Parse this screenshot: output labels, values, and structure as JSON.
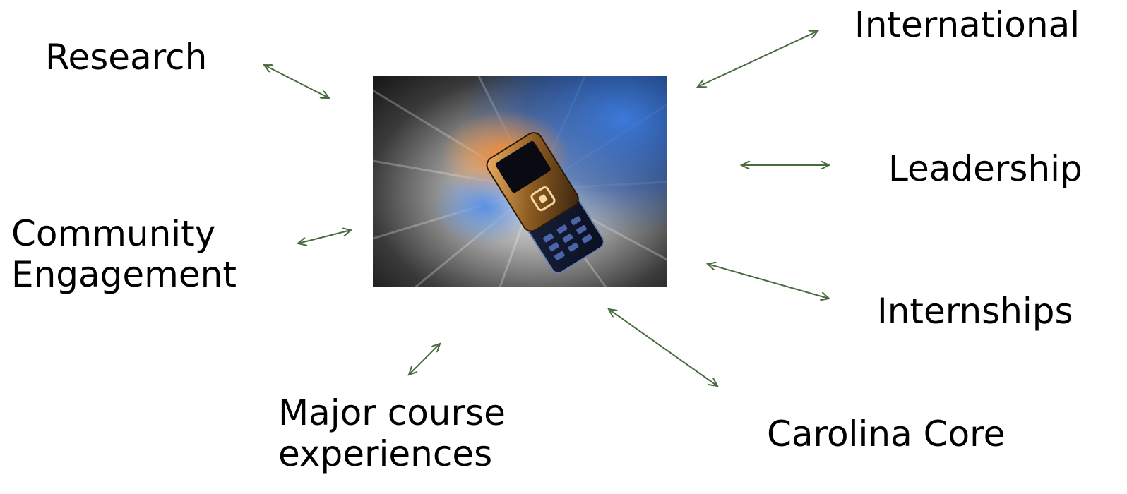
{
  "labels": {
    "research": "Research",
    "international": "International",
    "leadership": "Leadership",
    "community_line1": "Community",
    "community_line2": "Engagement",
    "internships": "Internships",
    "carolina_core": "Carolina Core",
    "major_line1": "Major course",
    "major_line2": "experiences"
  },
  "colors": {
    "arrow": "#4a6b3f",
    "text": "#000000"
  },
  "center_image": {
    "icon": "mobile-phone-icon"
  }
}
